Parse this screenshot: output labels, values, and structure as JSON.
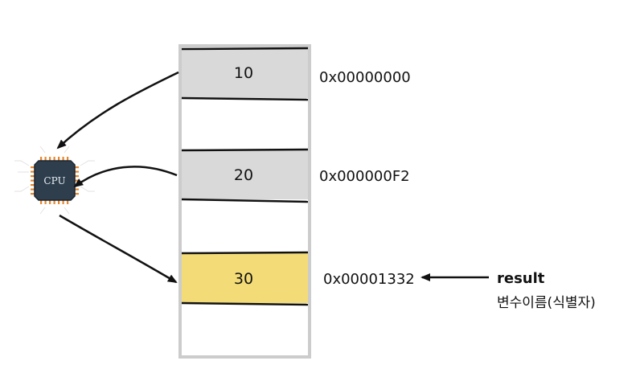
{
  "memory": {
    "cells": [
      {
        "value": "10",
        "address": "0x00000000",
        "fill": "#d9d9d9"
      },
      {
        "value": "20",
        "address": "0x000000F2",
        "fill": "#d9d9d9"
      },
      {
        "value": "30",
        "address": "0x00001332",
        "fill": "#f3dc77"
      }
    ]
  },
  "cpu": {
    "label": "CPU",
    "body_color": "#2f3e4c",
    "pin_color": "#e8862a"
  },
  "pointer": {
    "name": "result",
    "description": "변수이름(식별자)"
  },
  "colors": {
    "frame": "#cccccc",
    "line": "#111111"
  }
}
